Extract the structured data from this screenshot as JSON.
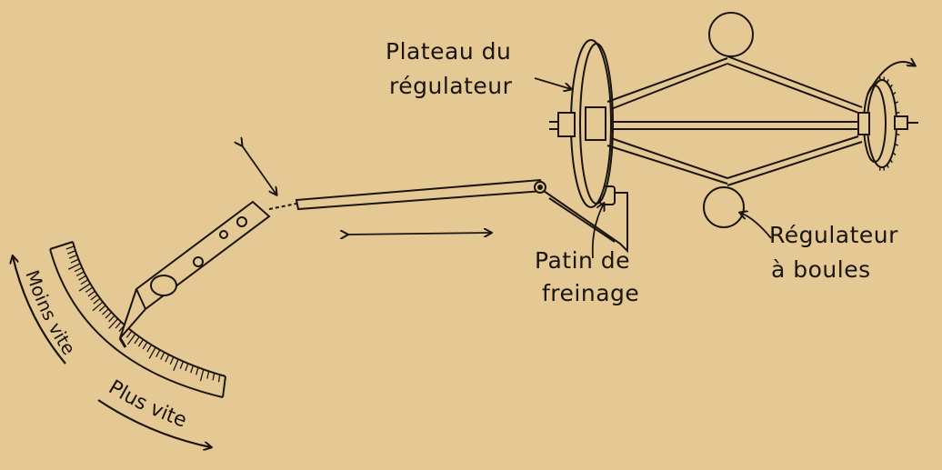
{
  "labels": {
    "plateau_line1": "Plateau du",
    "plateau_line2": "régulateur",
    "regulateur_line1": "Régulateur",
    "regulateur_line2": "à boules",
    "patin_line1": "Patin de",
    "patin_line2": "freinage",
    "moins_vite": "Moins vite",
    "plus_vite": "Plus vite"
  },
  "colors": {
    "paper": "#e5c995",
    "ink": "#1a140c"
  }
}
